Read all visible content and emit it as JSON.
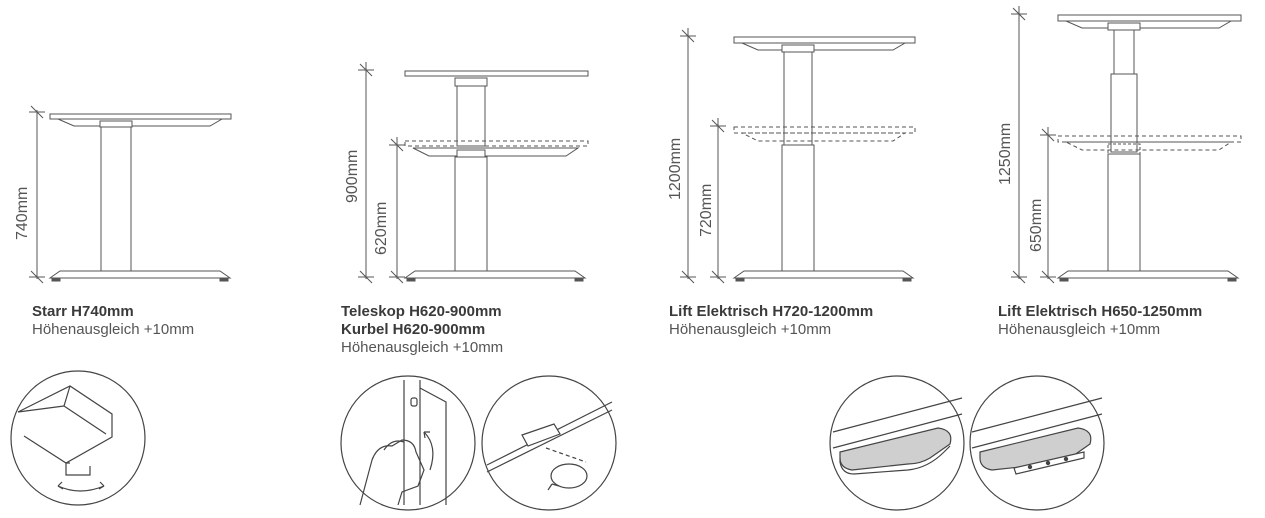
{
  "variants": [
    {
      "title": "Starr H740mm",
      "title2": "",
      "subtitle": "Höhenausgleich +10mm",
      "dims": [
        "740mm"
      ]
    },
    {
      "title": "Teleskop H620-900mm",
      "title2": "Kurbel H620-900mm",
      "subtitle": "Höhenausgleich +10mm",
      "dims": [
        "900mm",
        "620mm"
      ]
    },
    {
      "title": "Lift Elektrisch H720-1200mm",
      "title2": "",
      "subtitle": "Höhenausgleich +10mm",
      "dims": [
        "1200mm",
        "720mm"
      ]
    },
    {
      "title": "Lift Elektrisch H650-1250mm",
      "title2": "",
      "subtitle": "Höhenausgleich +10mm",
      "dims": [
        "1250mm",
        "650mm"
      ]
    }
  ],
  "details": [
    {
      "icon": "leveling-foot-rotate-icon"
    },
    {
      "icon": "hand-crank-icon"
    },
    {
      "icon": "telescope-clamp-rotate-icon"
    },
    {
      "icon": "control-panel-icon"
    },
    {
      "icon": "control-panel-buttons-icon"
    }
  ]
}
